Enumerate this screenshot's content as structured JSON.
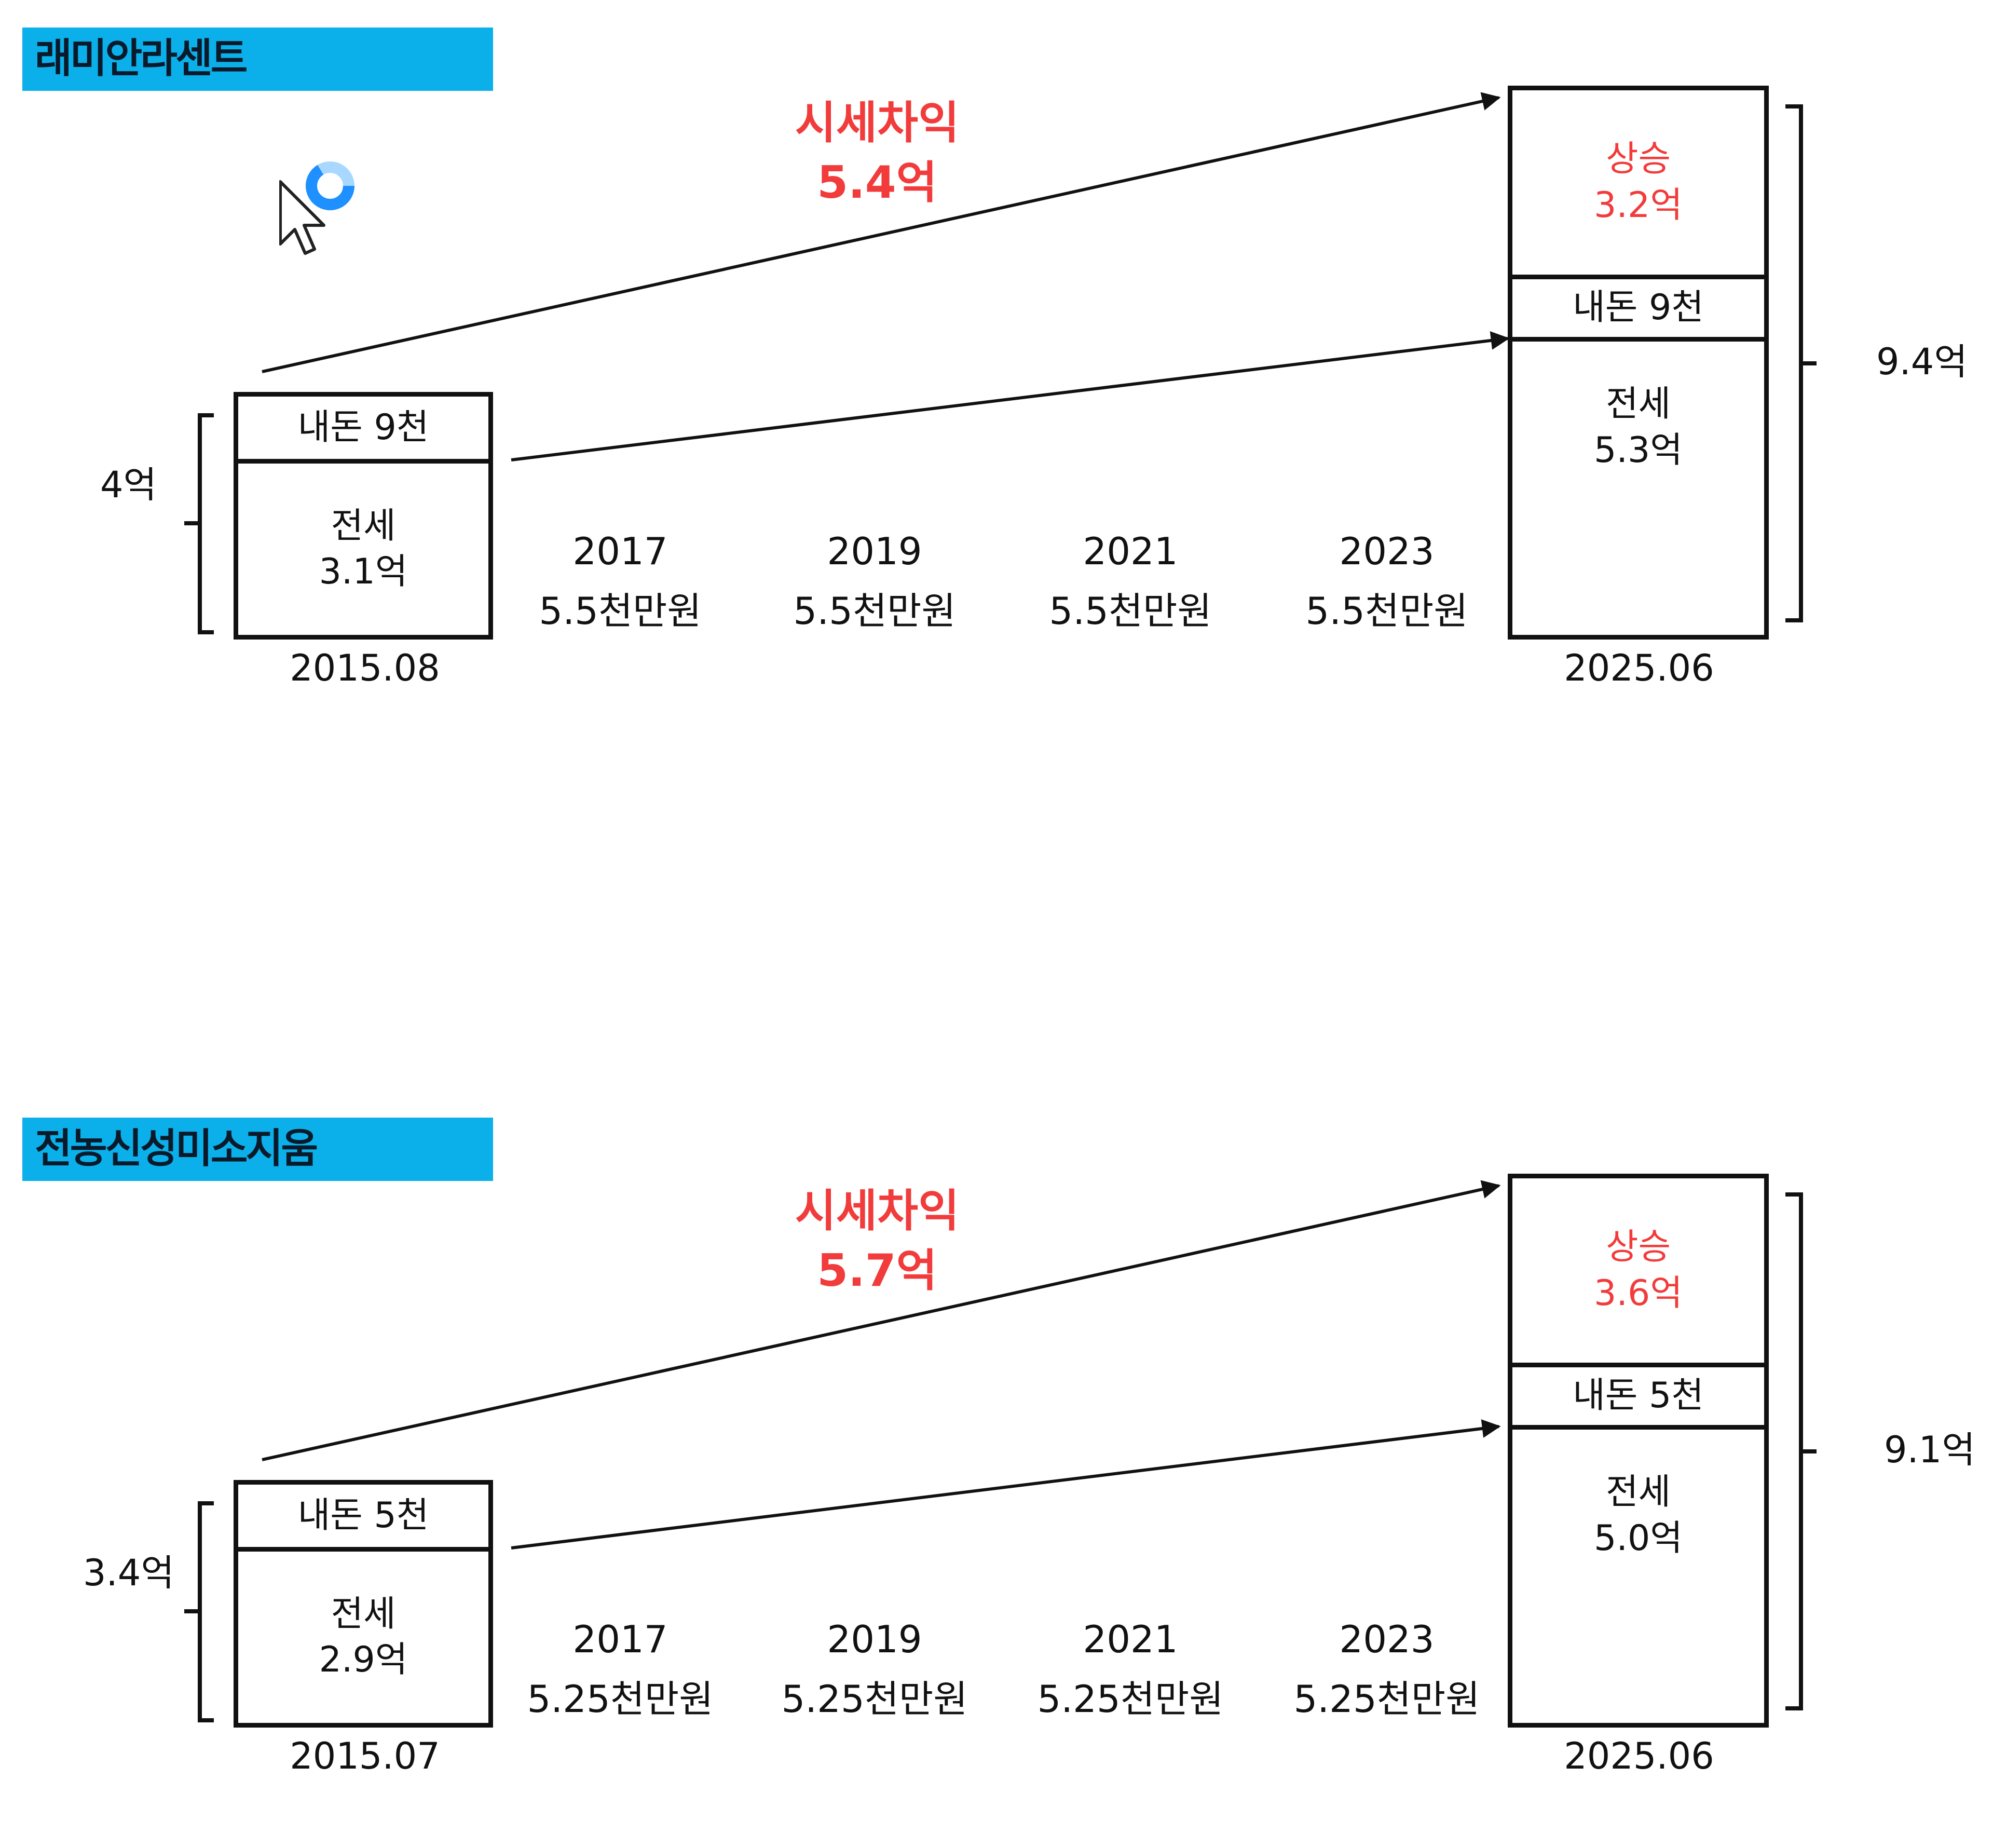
{
  "sections": [
    {
      "title": "래미안라센트",
      "gain_label": "시세차익",
      "gain_value": "5.4억",
      "start": {
        "date": "2015.08",
        "total": "4억",
        "own_money": "내돈 9천",
        "jeonse_label": "전세",
        "jeonse_value": "3.1억"
      },
      "end": {
        "date": "2025.06",
        "total": "9.4억",
        "rise_label": "상승",
        "rise_value": "3.2억",
        "own_money": "내돈 9천",
        "jeonse_label": "전세",
        "jeonse_value": "5.3억"
      },
      "milestones": [
        {
          "year": "2017",
          "amount": "5.5천만원"
        },
        {
          "year": "2019",
          "amount": "5.5천만원"
        },
        {
          "year": "2021",
          "amount": "5.5천만원"
        },
        {
          "year": "2023",
          "amount": "5.5천만원"
        }
      ]
    },
    {
      "title": "전농신성미소지움",
      "gain_label": "시세차익",
      "gain_value": "5.7억",
      "start": {
        "date": "2015.07",
        "total": "3.4억",
        "own_money": "내돈 5천",
        "jeonse_label": "전세",
        "jeonse_value": "2.9억"
      },
      "end": {
        "date": "2025.06",
        "total": "9.1억",
        "rise_label": "상승",
        "rise_value": "3.6억",
        "own_money": "내돈 5천",
        "jeonse_label": "전세",
        "jeonse_value": "5.0억"
      },
      "milestones": [
        {
          "year": "2017",
          "amount": "5.25천만원"
        },
        {
          "year": "2019",
          "amount": "5.25천만원"
        },
        {
          "year": "2021",
          "amount": "5.25천만원"
        },
        {
          "year": "2023",
          "amount": "5.25천만원"
        }
      ]
    }
  ],
  "colors": {
    "title_bar": "#0bb0ea",
    "accent_red": "#f23b3b",
    "line": "#111111",
    "loading_ring": "#1e90ff"
  },
  "icons": {
    "cursor": "mouse-pointer-icon",
    "loading": "loading-spinner-icon"
  }
}
